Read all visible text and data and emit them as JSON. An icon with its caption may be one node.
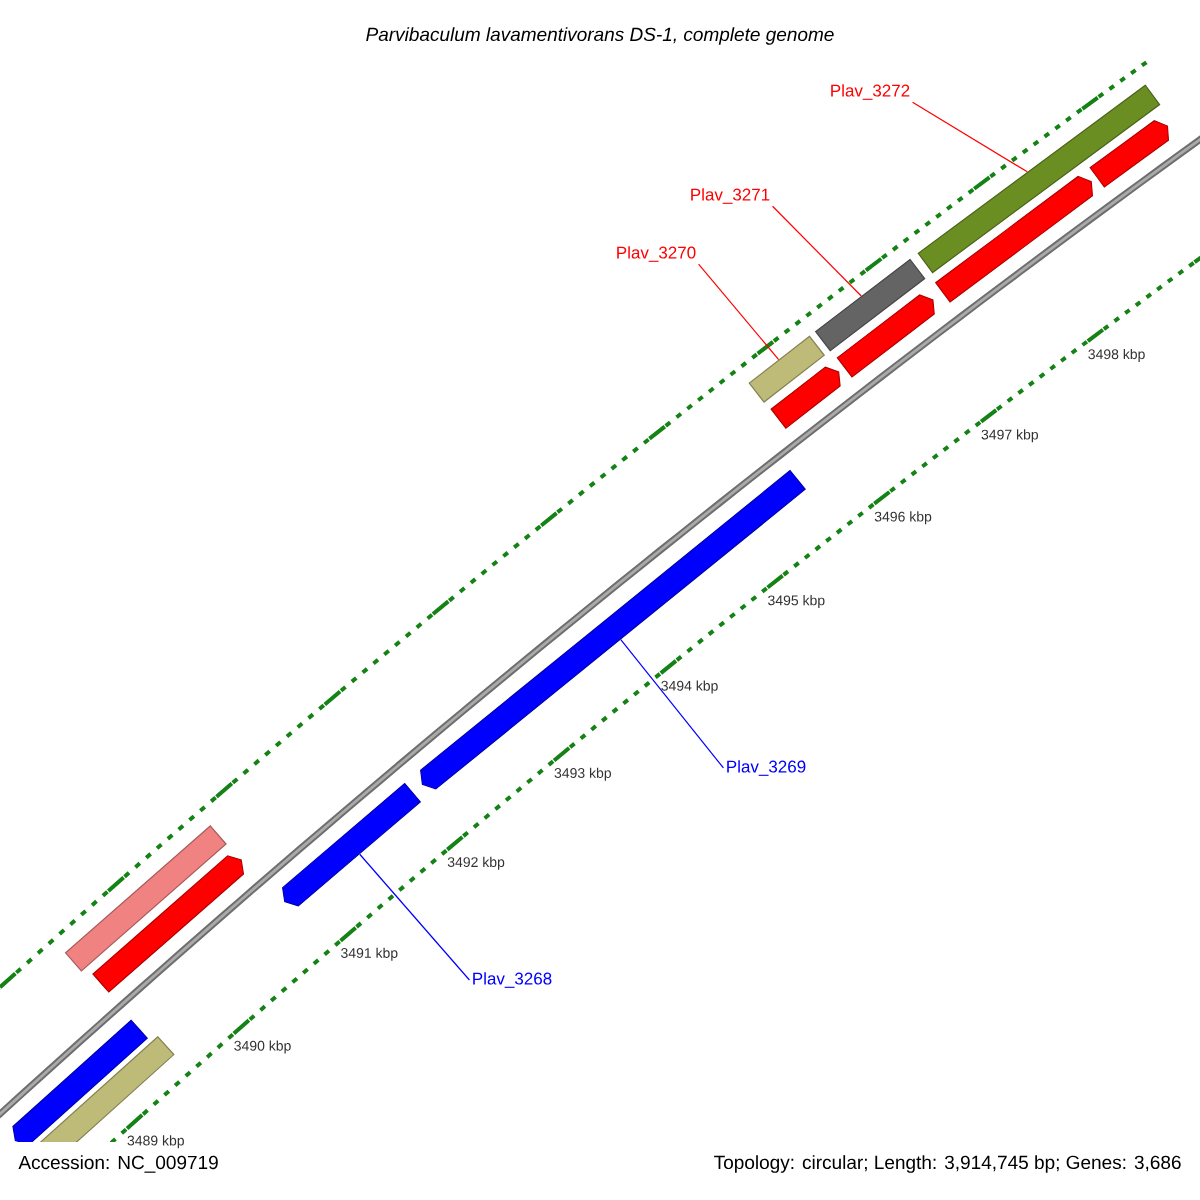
{
  "diagram": {
    "title": "Parvibaculum lavamentivorans DS-1, complete genome",
    "nodes": [
      {
        "text": [
          "Plav_3272"
        ]
      },
      {
        "text": [
          "Plav_3271"
        ]
      },
      {
        "text": [
          "Plav_3270"
        ]
      },
      {
        "text": [
          "Plav_3269"
        ]
      },
      {
        "text": [
          "Plav_3268"
        ]
      },
      {
        "text": [],
        "shape": "bar"
      },
      {
        "text": [],
        "shape": "bar"
      },
      {
        "text": [],
        "shape": "bar"
      },
      {
        "text": [],
        "shape": "bar"
      },
      {
        "text": [],
        "shape": "bar"
      },
      {
        "text": [],
        "shape": "bar"
      },
      {
        "text": [],
        "shape": "bar"
      },
      {
        "text": [],
        "shape": "bar"
      },
      {
        "text": [],
        "shape": "bar"
      },
      {
        "text": [],
        "shape": "bar"
      },
      {
        "text": [],
        "shape": "bar"
      },
      {
        "text": [],
        "shape": "bar"
      },
      {
        "text": [],
        "shape": "bar"
      }
    ],
    "edges": [
      {
        "from": 0,
        "to": 15,
        "arrow": "none"
      },
      {
        "from": 1,
        "to": 13,
        "arrow": "none"
      },
      {
        "from": 2,
        "to": 11,
        "arrow": "none"
      },
      {
        "from": 3,
        "to": 10,
        "arrow": "none",
        "color": "#0000ff"
      },
      {
        "from": 4,
        "to": 9,
        "arrow": "none",
        "color": "#0000ff"
      }
    ],
    "labels": [
      "3498 kbp",
      "3497 kbp",
      "3496 kbp",
      "3495 kbp",
      "3494 kbp",
      "3493 kbp",
      "3492 kbp",
      "3491 kbp",
      "3490 kbp",
      "3489 kbp",
      "Accession: NC_009719",
      "Topology: circular; Length: 3,914,745 bp; Genes: 3,686"
    ]
  }
}
